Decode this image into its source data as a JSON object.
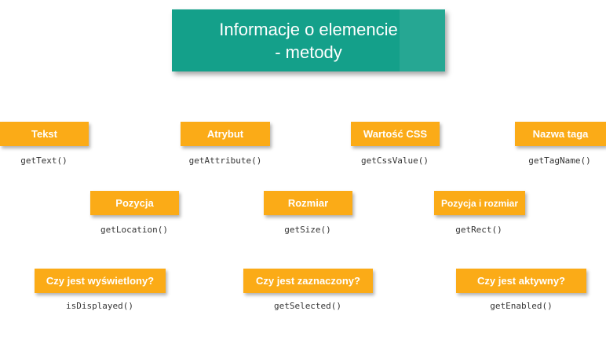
{
  "title": {
    "line1": "Informacje o elemencie",
    "line2": "- metody"
  },
  "items": [
    {
      "label": "Tekst",
      "method": "getText()"
    },
    {
      "label": "Atrybut",
      "method": "getAttribute()"
    },
    {
      "label": "Wartość CSS",
      "method": "getCssValue()"
    },
    {
      "label": "Nazwa taga",
      "method": "getTagName()"
    },
    {
      "label": "Pozycja",
      "method": "getLocation()"
    },
    {
      "label": "Rozmiar",
      "method": "getSize()"
    },
    {
      "label": "Pozycja i rozmiar",
      "method": "getRect()"
    },
    {
      "label": "Czy jest wyświetlony?",
      "method": "isDisplayed()"
    },
    {
      "label": "Czy jest zaznaczony?",
      "method": "getSelected()"
    },
    {
      "label": "Czy jest aktywny?",
      "method": "getEnabled()"
    }
  ],
  "colors": {
    "title_bg": "#14a08a",
    "label_bg": "#fbab17"
  }
}
